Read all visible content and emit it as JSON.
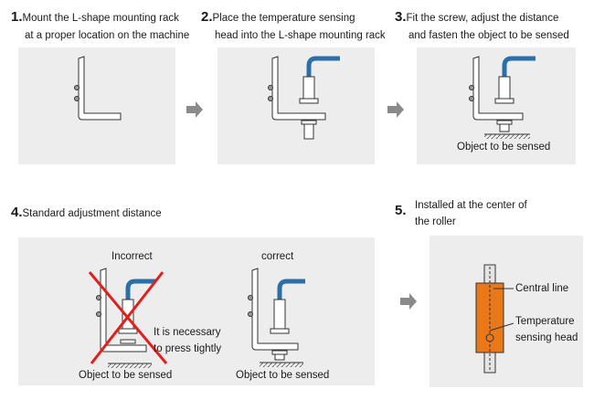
{
  "steps": [
    {
      "number": "1.",
      "lines": [
        "Mount the L-shape mounting rack",
        "at a proper location on the machine"
      ]
    },
    {
      "number": "2.",
      "lines": [
        "Place the temperature sensing",
        "head into the L-shape mounting rack"
      ]
    },
    {
      "number": "3.",
      "lines": [
        "Fit the screw, adjust the distance",
        "and fasten the object to be sensed"
      ]
    },
    {
      "number": "4.",
      "lines": [
        "Standard adjustment distance"
      ]
    },
    {
      "number": "5.",
      "lines": [
        "Installed at the center of",
        "the roller"
      ]
    }
  ],
  "labels": {
    "object_sensed": "Object to be sensed",
    "incorrect": "Incorrect",
    "correct": "correct",
    "press_note_1": "It is necessary",
    "press_note_2": "to press tightly",
    "central_line": "Central line",
    "temp_head_1": "Temperature",
    "temp_head_2": "sensing head"
  },
  "colors": {
    "panel": "#ededed",
    "cable": "#2b6fa8",
    "cross": "#e0201c",
    "roller_head": "#e8781a",
    "arrow": "#8a8a8a"
  },
  "icons": [
    "arrow-right-icon"
  ]
}
